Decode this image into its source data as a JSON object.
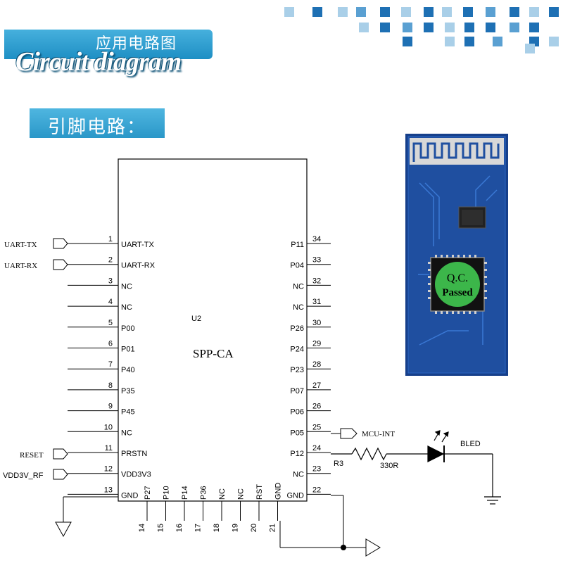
{
  "header": {
    "title_cn": "应用电路图",
    "title_en": "Circuit diagram"
  },
  "section": {
    "title": "引脚电路："
  },
  "chip": {
    "ref": "U2",
    "name": "SPP-CA"
  },
  "pins_left": [
    {
      "num": "1",
      "label": "UART-TX"
    },
    {
      "num": "2",
      "label": "UART-RX"
    },
    {
      "num": "3",
      "label": "NC"
    },
    {
      "num": "4",
      "label": "NC"
    },
    {
      "num": "5",
      "label": "P00"
    },
    {
      "num": "6",
      "label": "P01"
    },
    {
      "num": "7",
      "label": "P40"
    },
    {
      "num": "8",
      "label": "P35"
    },
    {
      "num": "9",
      "label": "P45"
    },
    {
      "num": "10",
      "label": "NC"
    },
    {
      "num": "11",
      "label": "PRSTN"
    },
    {
      "num": "12",
      "label": "VDD3V3"
    },
    {
      "num": "13",
      "label": "GND"
    }
  ],
  "pins_right": [
    {
      "num": "34",
      "label": "P11"
    },
    {
      "num": "33",
      "label": "P04"
    },
    {
      "num": "32",
      "label": "NC"
    },
    {
      "num": "31",
      "label": "NC"
    },
    {
      "num": "30",
      "label": "P26"
    },
    {
      "num": "29",
      "label": "P24"
    },
    {
      "num": "28",
      "label": "P23"
    },
    {
      "num": "27",
      "label": "P07"
    },
    {
      "num": "26",
      "label": "P06"
    },
    {
      "num": "25",
      "label": "P05"
    },
    {
      "num": "24",
      "label": "P12"
    },
    {
      "num": "23",
      "label": "NC"
    },
    {
      "num": "22",
      "label": "GND"
    }
  ],
  "pins_bottom": [
    {
      "num": "14",
      "label": "P27"
    },
    {
      "num": "15",
      "label": "P10"
    },
    {
      "num": "16",
      "label": "P14"
    },
    {
      "num": "17",
      "label": "P36"
    },
    {
      "num": "18",
      "label": "NC"
    },
    {
      "num": "19",
      "label": "NC"
    },
    {
      "num": "20",
      "label": "RST"
    },
    {
      "num": "21",
      "label": "GND"
    }
  ],
  "nets": {
    "uart_tx": "UART-TX",
    "uart_rx": "UART-RX",
    "reset": "RESET",
    "vdd": "VDD3V_RF",
    "mcu_int": "MCU-INT"
  },
  "components": {
    "resistor_ref": "R3",
    "resistor_value": "330R",
    "led_label": "BLED"
  },
  "module_photo": {
    "stamp_line1": "Q.C.",
    "stamp_line2": "Passed"
  },
  "colors": {
    "banner": "#2a98cc",
    "pcb": "#1f4fa0",
    "stamp": "#3cb64a"
  }
}
